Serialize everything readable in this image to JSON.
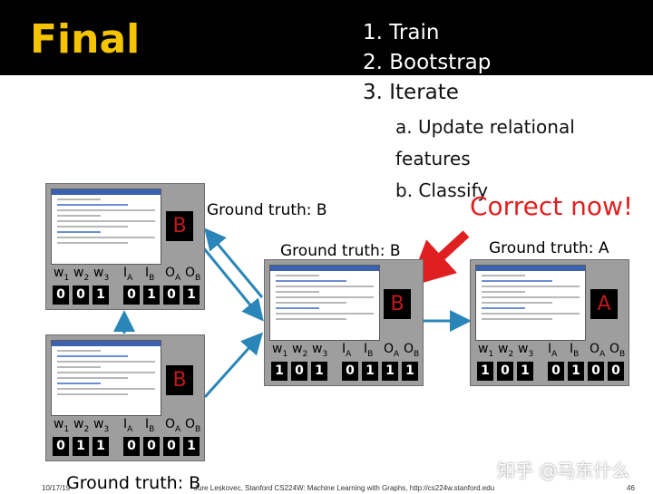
{
  "slide": {
    "title": "Final",
    "steps": [
      "1. Train",
      "2. Bootstrap",
      "3. Iterate"
    ],
    "substeps": [
      "a. Update relational features",
      "b. Classify"
    ],
    "callout": "Correct now!",
    "colors": {
      "title": "#f5c400",
      "callout": "#e02020",
      "arrow": "#2a86b8",
      "badge_text": "#c0181f"
    }
  },
  "feature_labels": [
    "w1",
    "w2",
    "w3",
    "IA",
    "IB",
    "OA",
    "OB"
  ],
  "nodes": {
    "top_left": {
      "label": "B",
      "ground_truth": "Ground truth: B",
      "values": [
        "0",
        "0",
        "1",
        "0",
        "1",
        "0",
        "1"
      ]
    },
    "bottom_left": {
      "label": "B",
      "ground_truth": "Ground truth: B",
      "values": [
        "0",
        "1",
        "1",
        "0",
        "0",
        "0",
        "1"
      ]
    },
    "middle": {
      "label": "B",
      "ground_truth": "Ground truth: B",
      "values": [
        "1",
        "0",
        "1",
        "0",
        "1",
        "1",
        "1"
      ]
    },
    "right": {
      "label": "A",
      "ground_truth": "Ground truth: A",
      "values": [
        "1",
        "0",
        "1",
        "0",
        "1",
        "0",
        "0"
      ]
    }
  },
  "footer": {
    "date": "10/17/19",
    "credit": "Jure Leskovec, Stanford CS224W: Machine Learning with Graphs, http://cs224w.stanford.edu",
    "page": "46"
  },
  "watermark": "知乎 @马东什么"
}
